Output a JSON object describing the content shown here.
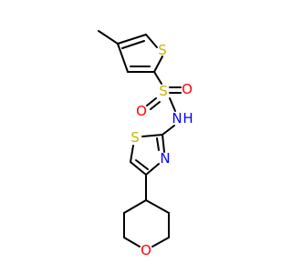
{
  "molecule": {
    "atoms": {
      "S_thiophene": {
        "symbol": "S",
        "color": "#C8B400"
      },
      "S_sulfonyl": {
        "symbol": "S",
        "color": "#C8B400"
      },
      "O_sulfonyl_right": {
        "symbol": "O",
        "color": "#FF0000"
      },
      "O_sulfonyl_bottom": {
        "symbol": "O",
        "color": "#FF0000"
      },
      "N_sulfonamide": {
        "symbol": "N",
        "color": "#0000FF"
      },
      "H_sulfonamide": {
        "symbol": "H",
        "color": "#0000FF"
      },
      "S_thiazole": {
        "symbol": "S",
        "color": "#C8B400"
      },
      "N_thiazole": {
        "symbol": "N",
        "color": "#0000FF"
      },
      "O_oxane": {
        "symbol": "O",
        "color": "#FF0000"
      }
    },
    "bond_color": "#000000"
  }
}
